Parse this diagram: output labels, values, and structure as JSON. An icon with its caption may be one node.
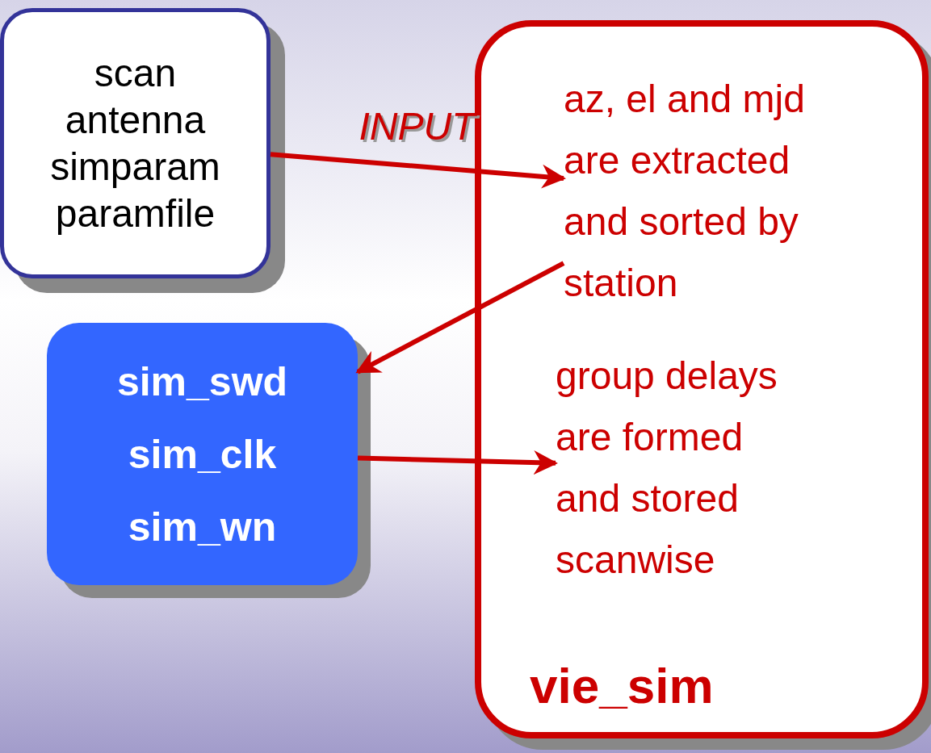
{
  "diagram": {
    "nodes": [
      {
        "text": [
          "scan",
          "antenna",
          "simparam",
          "paramfile"
        ]
      },
      {
        "text": [
          "vie_sim"
        ]
      },
      {
        "text": [
          "az, el and mjd are extracted and sorted by station"
        ],
        "in": 1
      },
      {
        "text": [
          "sim_swd",
          "sim_clk",
          "sim_wn"
        ]
      },
      {
        "text": [
          "group delays are formed and stored scanwise"
        ],
        "in": 1
      }
    ],
    "edges": [
      {
        "from": 0,
        "to": 2,
        "arrow": "to",
        "label": "INPUT"
      },
      {
        "from": 2,
        "to": 3,
        "arrow": "to"
      },
      {
        "from": 3,
        "to": 4,
        "arrow": "to"
      }
    ]
  }
}
